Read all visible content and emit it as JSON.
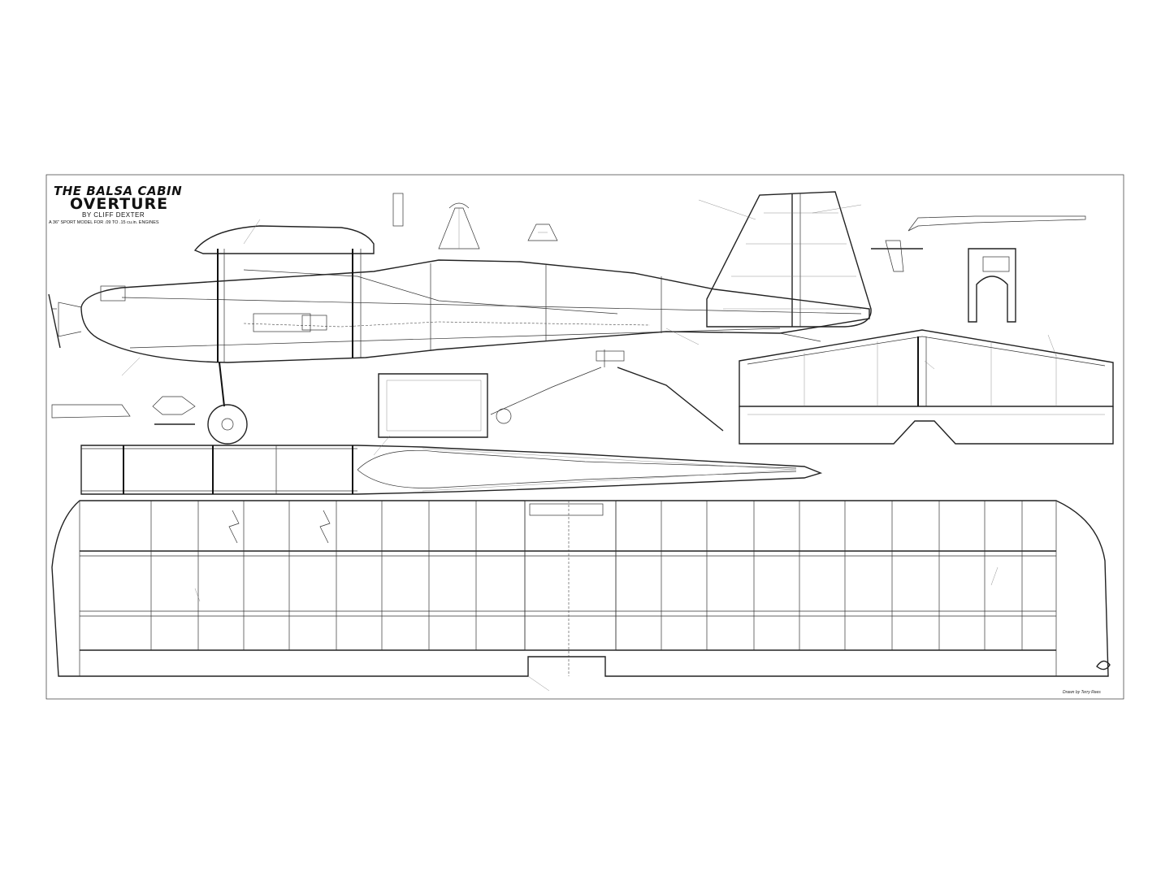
{
  "plan": {
    "title_line1": "THE BALSA CABIN",
    "title_line2": "OVERTURE",
    "author": "BY CLIFF DEXTER",
    "subtitle": "A 36\" SPORT MODEL FOR .09 TO .15 cu.in. ENGINES",
    "drawn_by": "Drawn by Terry Rees"
  },
  "icons": {
    "logo": "publisher-logo-icon"
  }
}
